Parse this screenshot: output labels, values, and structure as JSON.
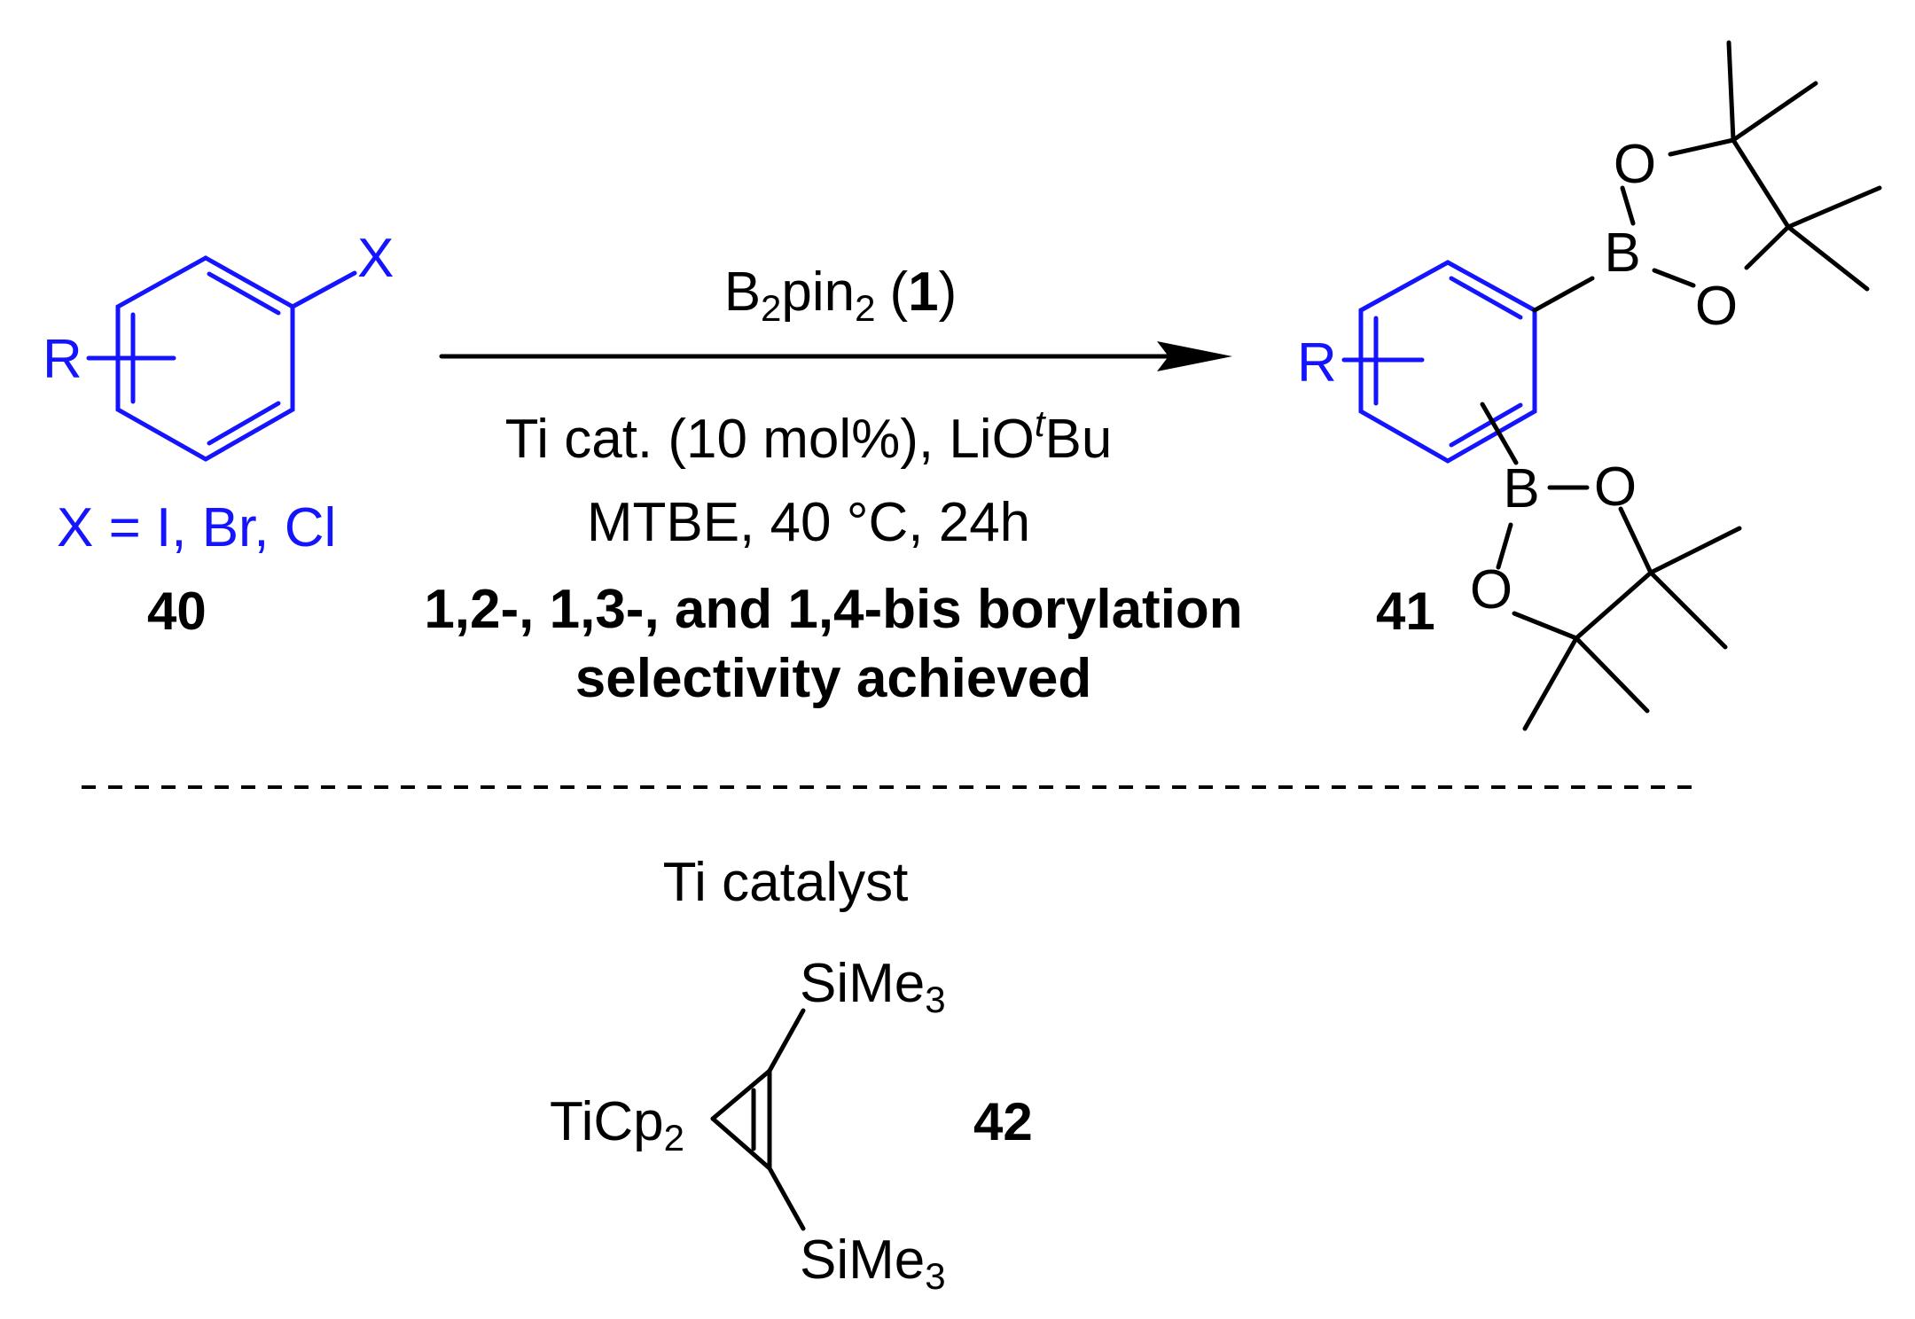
{
  "colors": {
    "substrate": "#1414ff",
    "ink": "#000000",
    "background": "#ffffff"
  },
  "reactant": {
    "substituent": "R",
    "leaving_group": "X",
    "halides": "X = I, Br, Cl",
    "number": "40"
  },
  "conditions": {
    "reagent_prefix": "B",
    "reagent_sub1": "2",
    "reagent_mid": "pin",
    "reagent_sub2": "2",
    "reagent_open": "(",
    "reagent_ref": "1",
    "reagent_close": ")",
    "catalyst_line": "Ti cat. (10 mol%), LiO",
    "base_superscript": "t",
    "base_suffix": "Bu",
    "solvent_line": "MTBE, 40 °C, 24h",
    "selectivity_line1": "1,2-, 1,3-, and 1,4-bis borylation",
    "selectivity_line2": "selectivity achieved"
  },
  "product": {
    "substituent": "R",
    "number": "41",
    "boron": "B",
    "oxygen": "O"
  },
  "catalyst": {
    "heading": "Ti catalyst",
    "metal_fragment": "TiCp",
    "metal_sub": "2",
    "silyl": "SiMe",
    "silyl_sub": "3",
    "number": "42"
  }
}
